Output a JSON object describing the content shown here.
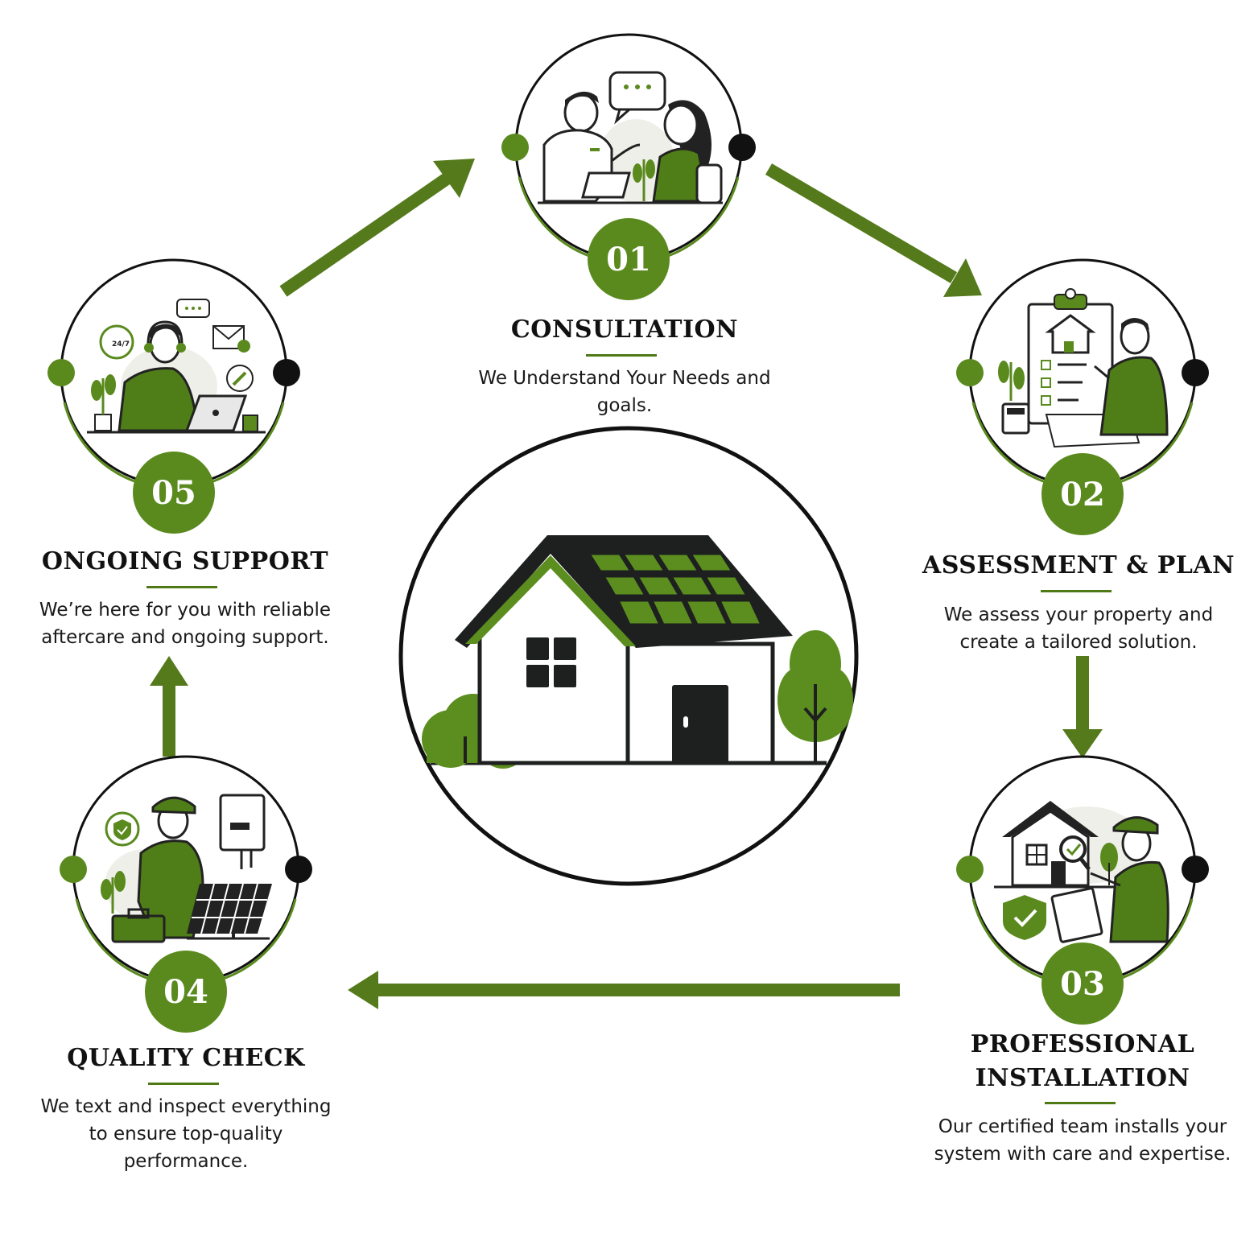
{
  "colors": {
    "accent": "#5a8a1e",
    "accent_dark": "#4e7a16",
    "arrow": "#557a1c",
    "ink": "#222222"
  },
  "steps": [
    {
      "number": "01",
      "title_lines": [
        "CONSULTATION"
      ],
      "description_lines": [
        "We Understand Your Needs and",
        "goals."
      ],
      "icon": "consultation-people-icon"
    },
    {
      "number": "02",
      "title_lines": [
        "ASSESSMENT & PLAN"
      ],
      "description_lines": [
        "We assess your property and",
        "create a tailored solution."
      ],
      "icon": "assessment-clipboard-icon"
    },
    {
      "number": "03",
      "title_lines": [
        "PROFESSIONAL",
        "INSTALLATION"
      ],
      "description_lines": [
        "Our certified team installs your",
        "system with care and expertise."
      ],
      "icon": "installation-inspector-icon"
    },
    {
      "number": "04",
      "title_lines": [
        "QUALITY CHECK"
      ],
      "description_lines": [
        "We text and inspect everything",
        "to ensure top-quality",
        "performance."
      ],
      "icon": "quality-technician-icon"
    },
    {
      "number": "05",
      "title_lines": [
        "ONGOING SUPPORT"
      ],
      "description_lines": [
        "We’re here for you with reliable",
        "aftercare and ongoing support."
      ],
      "icon": "support-agent-icon"
    }
  ],
  "center_icon": "solar-house-icon",
  "illustration_text": {
    "support_hours": "24/7"
  }
}
